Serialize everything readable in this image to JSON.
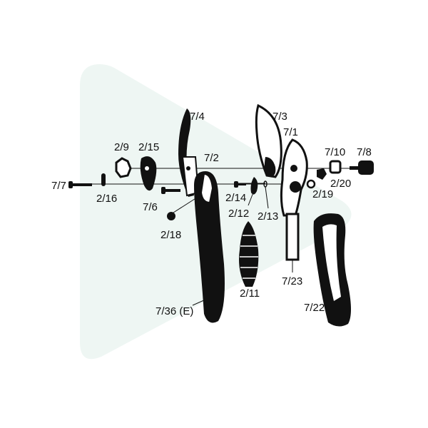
{
  "diagram": {
    "type": "exploded-parts-view",
    "watermark_color": "#eef6f3",
    "line_color": "#111111",
    "labels": {
      "p7_4": "7/4",
      "p7_3": "7/3",
      "p7_1": "7/1",
      "p2_9": "2/9",
      "p2_15": "2/15",
      "p7_2": "7/2",
      "p7_10": "7/10",
      "p7_8": "7/8",
      "p7_7": "7/7",
      "p2_16": "2/16",
      "p7_6": "7/6",
      "p2_14": "2/14",
      "p2_12": "2/12",
      "p2_13": "2/13",
      "p2_20": "2/20",
      "p2_19": "2/19",
      "p2_18": "2/18",
      "p2_11": "2/11",
      "p7_23": "7/23",
      "p7_36": "7/36 (E)",
      "p7_22": "7/22"
    }
  }
}
